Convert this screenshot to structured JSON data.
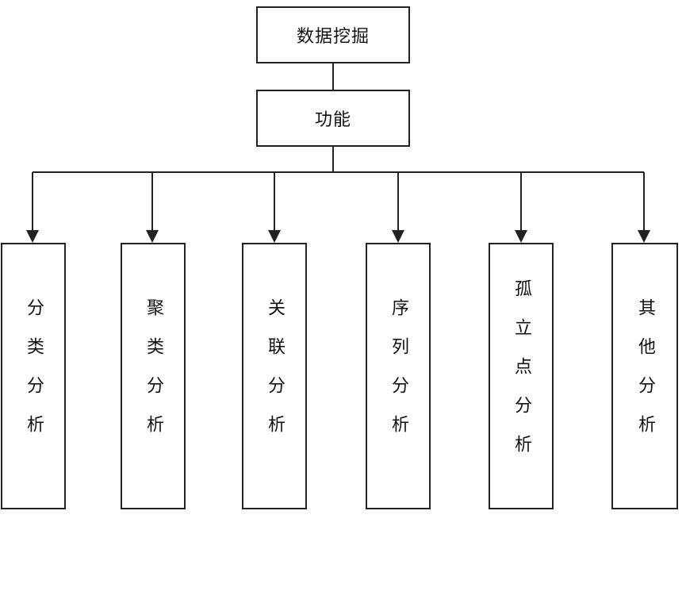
{
  "root": {
    "label": "数据挖掘"
  },
  "function": {
    "label": "功能"
  },
  "categories": [
    {
      "label": "分类分析"
    },
    {
      "label": "聚类分析"
    },
    {
      "label": "关联分析"
    },
    {
      "label": "序列分析"
    },
    {
      "label": "孤立点分析"
    },
    {
      "label": "其他分析"
    }
  ],
  "colors": {
    "line": "#222222",
    "background": "#ffffff"
  }
}
